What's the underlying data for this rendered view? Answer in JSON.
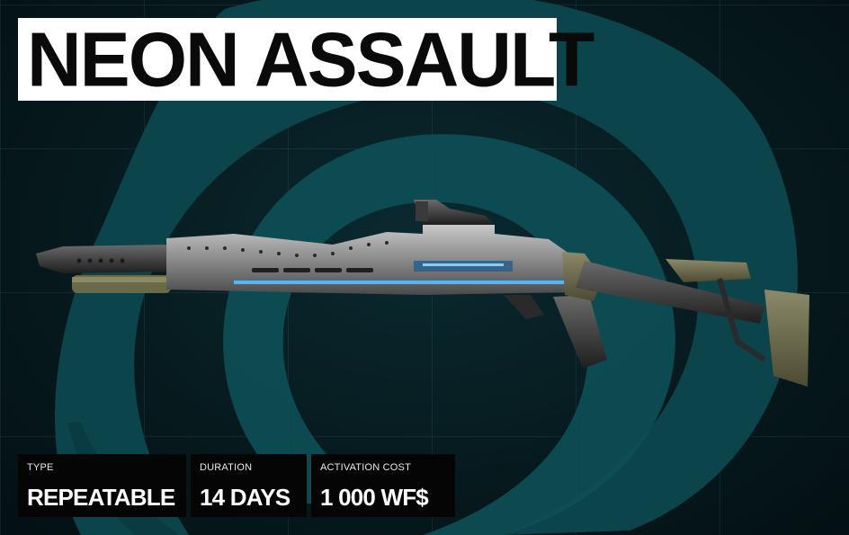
{
  "title": "NEON ASSAULT",
  "colors": {
    "background": "#06181c",
    "swirl": "#0d4c52",
    "title_bg": "#ffffff",
    "title_text": "#0a0a0a",
    "card_bg": "#050505",
    "accent_blue": "#4fb7ff"
  },
  "weapon": {
    "icon": "shotgun-icon"
  },
  "info": [
    {
      "label": "TYPE",
      "value": "REPEATABLE"
    },
    {
      "label": "DURATION",
      "value": "14 DAYS"
    },
    {
      "label": "ACTIVATION COST",
      "value": "1 000 WF$"
    }
  ]
}
